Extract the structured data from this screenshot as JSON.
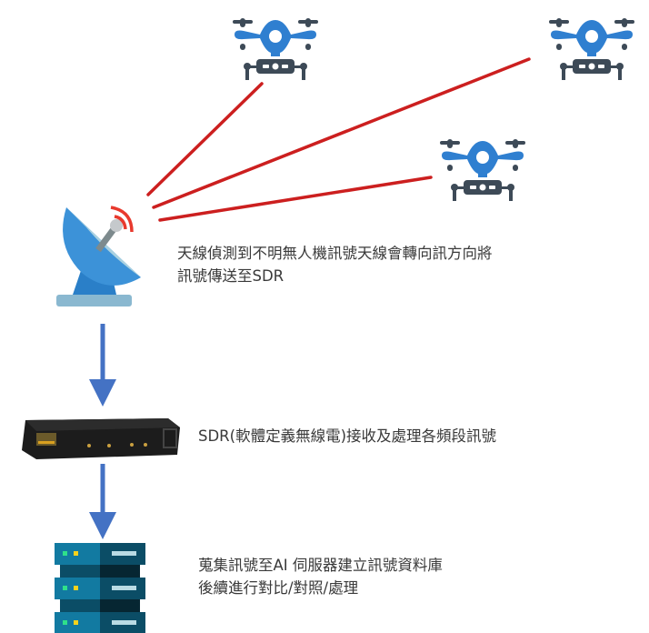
{
  "steps": {
    "antenna": {
      "line1": "天線偵測到不明無人機訊號天線會轉向訊方向將",
      "line2": "訊號傳送至SDR"
    },
    "sdr": {
      "line1": "SDR(軟體定義無線電)接收及處理各頻段訊號"
    },
    "server": {
      "line1": "蒐集訊號至AI 伺服器建立訊號資料庫",
      "line2": "後續進行對比/對照/處理"
    }
  },
  "colors": {
    "signal": "#cc1f1f",
    "arrow": "#4472c4",
    "drone": "#2f7fd0",
    "drone_dark": "#3d4a57"
  }
}
